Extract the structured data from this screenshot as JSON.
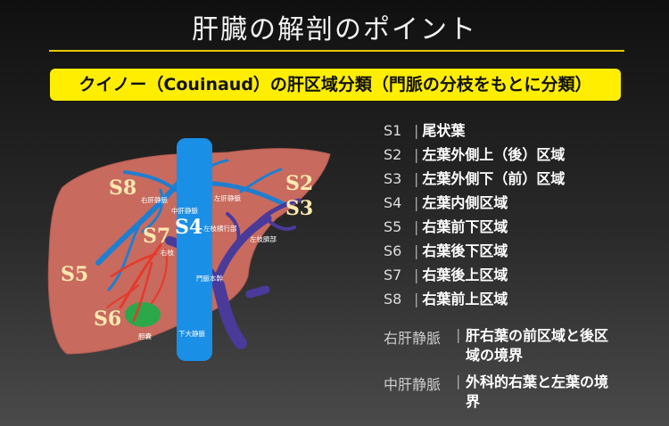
{
  "title": "肝臓の解剖のポイント",
  "subtitle": "クイノー（Couinaud）の肝区域分類（門脈の分枝をもとに分類）",
  "segments": [
    {
      "code": "S1",
      "name": "尾状葉"
    },
    {
      "code": "S2",
      "name": "左葉外側上（後）区域"
    },
    {
      "code": "S3",
      "name": "左葉外側下（前）区域"
    },
    {
      "code": "S4",
      "name": "左葉内側区域"
    },
    {
      "code": "S5",
      "name": "右葉前下区域"
    },
    {
      "code": "S6",
      "name": "右葉後下区域"
    },
    {
      "code": "S7",
      "name": "右葉後上区域"
    },
    {
      "code": "S8",
      "name": "右葉前上区域"
    }
  ],
  "veins": [
    {
      "name": "右肝静脈",
      "desc": "肝右葉の前区域と後区域の境界"
    },
    {
      "name": "中肝静脈",
      "desc": "外科的右葉と左葉の境界"
    }
  ],
  "diagram": {
    "segment_labels": {
      "s2": "S2",
      "s3": "S3",
      "s4": "S4",
      "s5": "S5",
      "s6": "S6",
      "s7": "S7",
      "s8": "S8"
    },
    "small_labels": {
      "right_hepatic_vein": "右肝静脈",
      "middle_hepatic_vein": "中肝静脈",
      "left_hepatic_vein": "左肝静脈",
      "left_transverse": "左枝横行部",
      "left_umbilical": "左枝臍部",
      "right_branch": "右枝",
      "portal_trunk": "門脈本幹",
      "ivc": "下大静脈",
      "gallbladder": "胆嚢"
    },
    "colors": {
      "liver": "#c86a5e",
      "hepatic_vein": "#1e7fd0",
      "ivc": "#1a8fe6",
      "portal_vein": "#4a3a9a",
      "arteries": "#e53a2a",
      "gallbladder": "#2aa84a"
    }
  }
}
